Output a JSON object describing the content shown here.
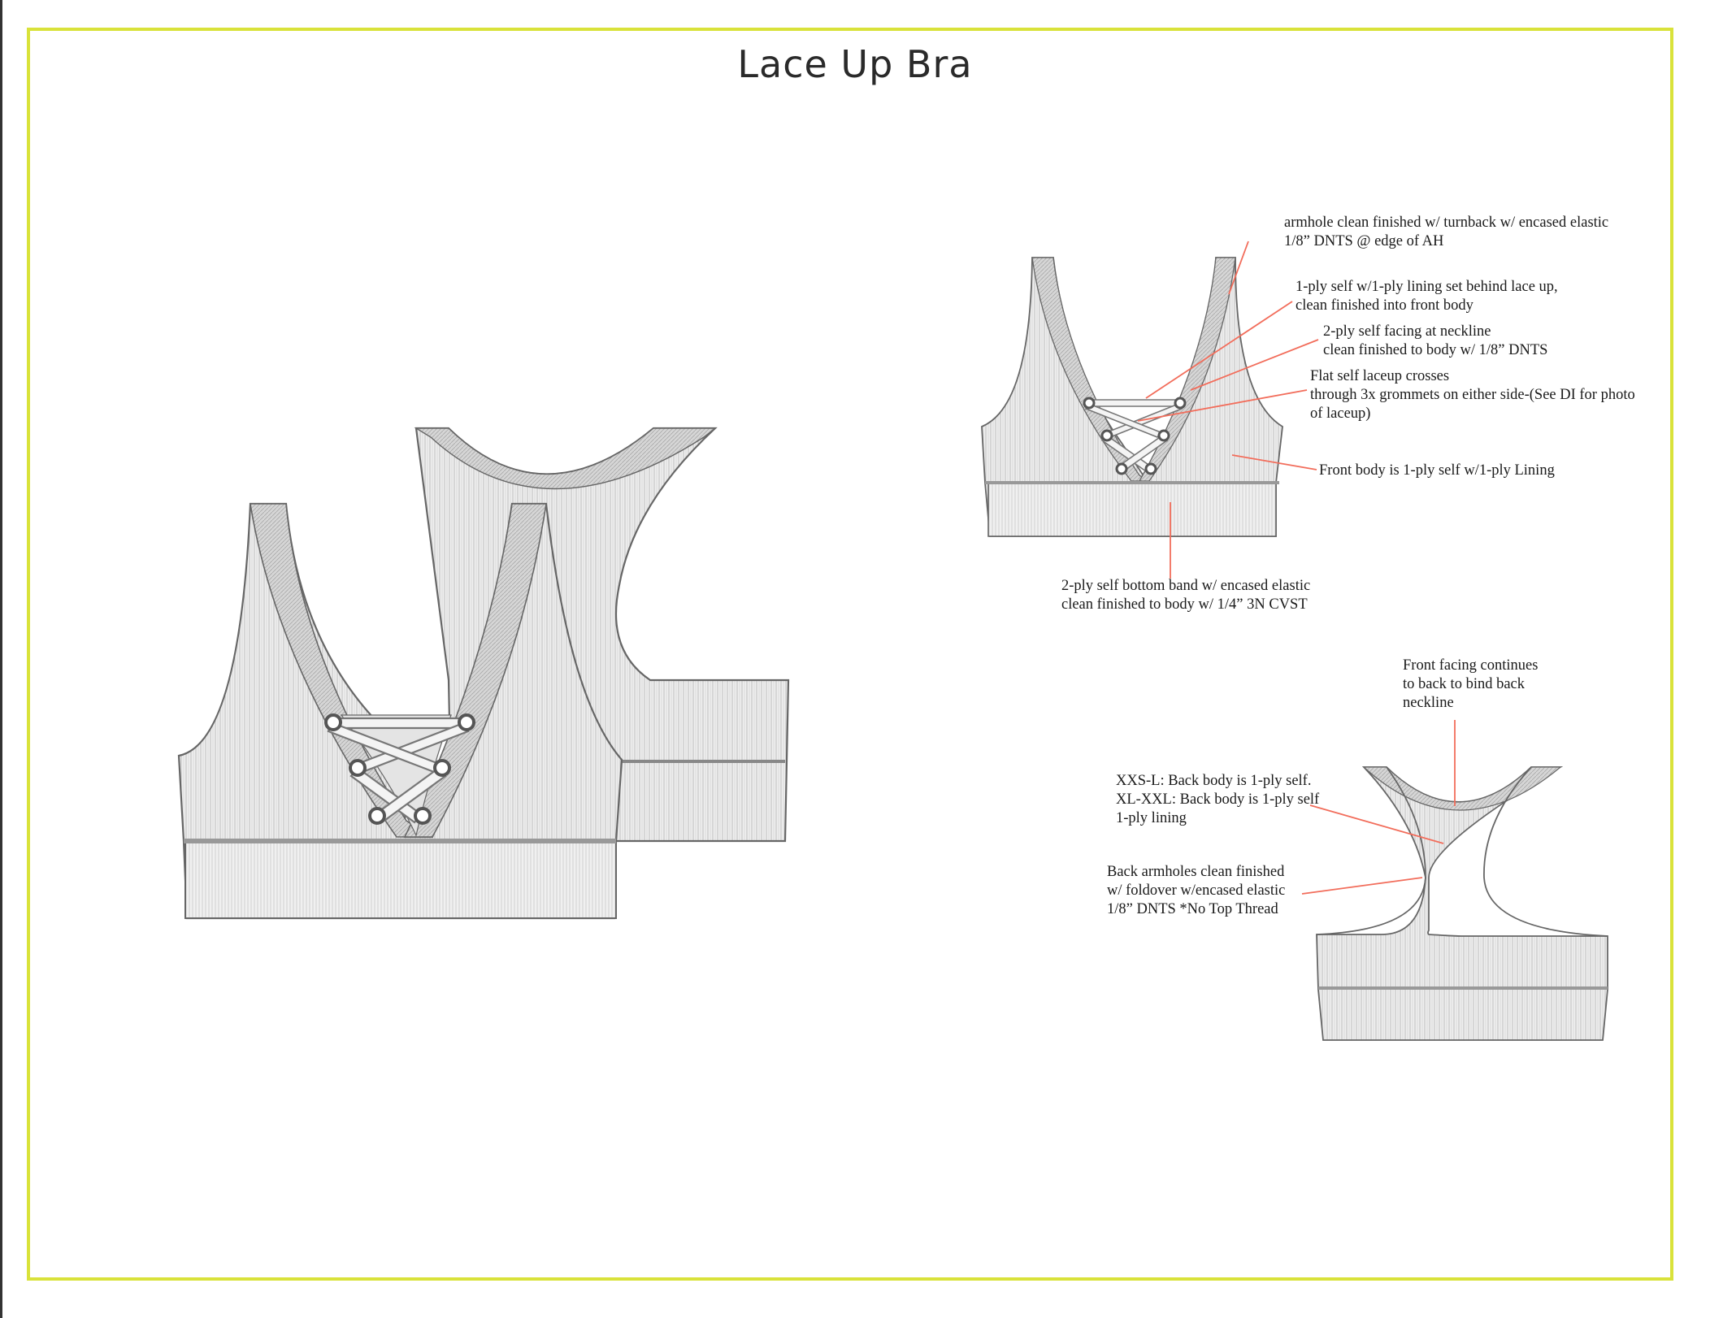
{
  "title": "Lace Up Bra",
  "colors": {
    "frame": "#d9e23a",
    "leader": "#f26d5b",
    "garment_fill": "#ececec",
    "garment_stroke": "#666666"
  },
  "callouts": {
    "armhole": [
      "armhole clean finished w/ turnback  w/ encased elastic",
      "1/8” DNTS @ edge of AH"
    ],
    "lining_behind_laceup": [
      "1-ply self w/1-ply lining set behind lace up,",
      "clean finished into front body"
    ],
    "neckline_facing": [
      "2-ply self facing at neckline",
      "clean finished to body w/ 1/8” DNTS"
    ],
    "laceup": [
      "Flat self laceup crosses",
      "through 3x grommets on either side-(See DI for photo",
      "of laceup)"
    ],
    "front_body": [
      "Front body is 1-ply self w/1-ply Lining"
    ],
    "bottom_band": [
      "2-ply self bottom band w/ encased elastic",
      "clean finished to body w/ 1/4” 3N CVST"
    ],
    "front_facing_back": [
      "Front facing continues",
      "to back to bind back",
      "neckline"
    ],
    "back_body": [
      "XXS-L: Back body is 1-ply self.",
      "XL-XXL: Back body is 1-ply self",
      "1-ply lining"
    ],
    "back_armholes": [
      "Back armholes clean finished",
      "w/ foldover w/encased elastic",
      "1/8” DNTS *No Top Thread"
    ]
  }
}
